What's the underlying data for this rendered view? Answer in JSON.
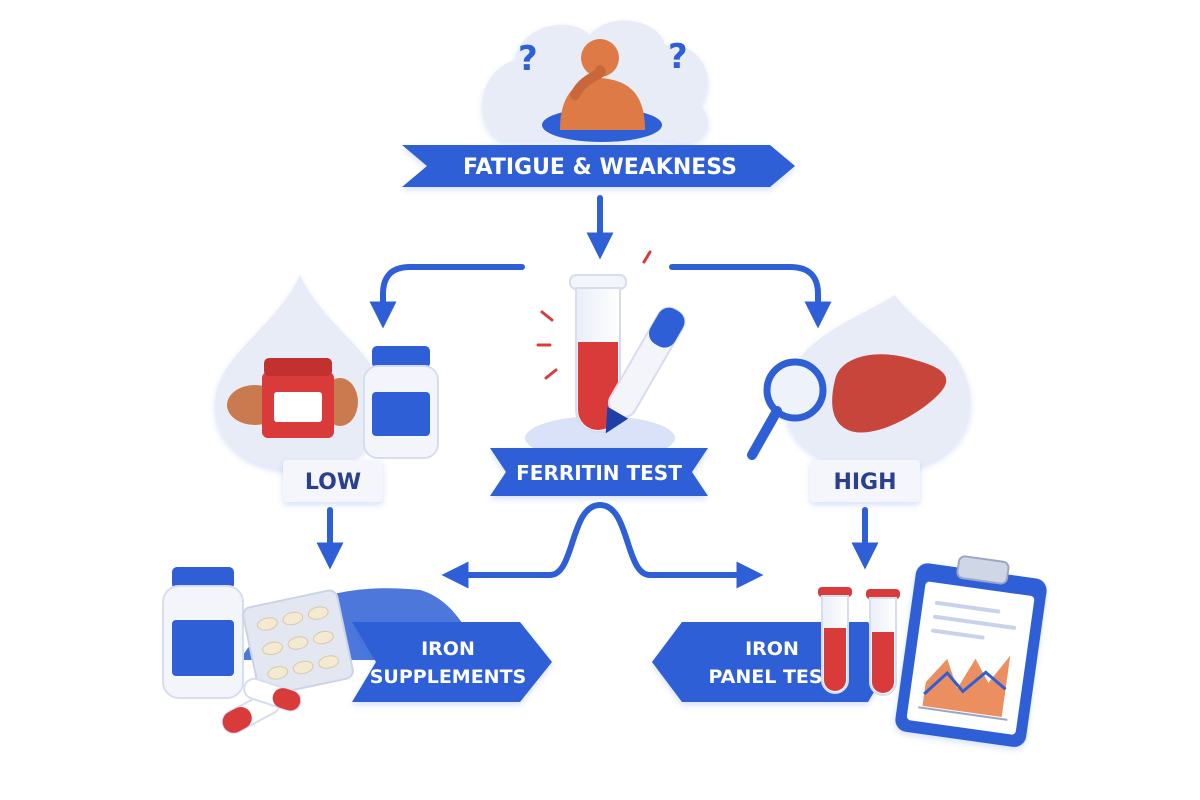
{
  "diagram": {
    "top_node": {
      "label": "FATIGUE & WEAKNESS"
    },
    "center_node": {
      "label": "FERRITIN TEST"
    },
    "low_branch": {
      "label": "LOW"
    },
    "high_branch": {
      "label": "HIGH"
    },
    "low_outcome": {
      "line1": "IRON",
      "line2": "SUPPLEMENTS"
    },
    "high_outcome": {
      "line1": "IRON",
      "line2": "PANEL TEST"
    },
    "icons": [
      "thinking-person-icon",
      "question-mark-icon",
      "test-tube-icon",
      "pen-icon",
      "iron-rich-food-icon",
      "pill-bottle-icon",
      "magnifying-glass-icon",
      "liver-icon",
      "blister-pack-icon",
      "capsule-icon",
      "clipboard-chart-icon"
    ]
  },
  "colors": {
    "primary_blue": "#2f5fd6",
    "dark_blue": "#1f3fa8",
    "label_bg": "#f4f6fb",
    "label_text": "#2a3f8f",
    "red": "#d93b3b",
    "orange_skin": "#de7a45",
    "liver": "#c7453b",
    "blob": "#e8ecf6"
  }
}
